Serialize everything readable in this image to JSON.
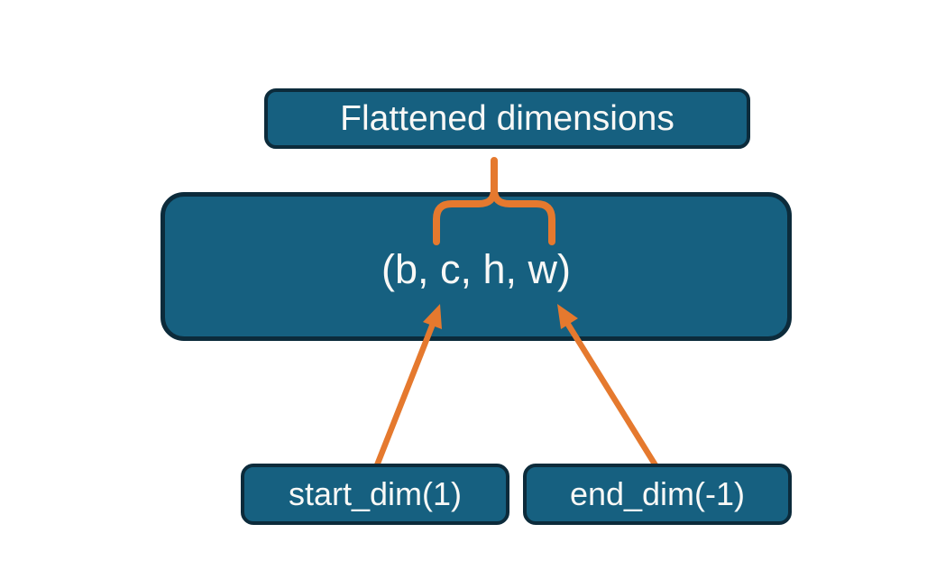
{
  "diagram": {
    "title_box": {
      "label": "Flattened dimensions"
    },
    "tensor_box": {
      "label": "(b, c, h, w)"
    },
    "param_boxes": [
      {
        "label": "start_dim(1)"
      },
      {
        "label": "end_dim(-1)"
      }
    ]
  },
  "colors": {
    "box_fill": "#166080",
    "box_border": "#0C2B3B",
    "accent_orange": "#E5792E",
    "label_text": "#F8F8F6",
    "background": "#FFFFFF"
  }
}
